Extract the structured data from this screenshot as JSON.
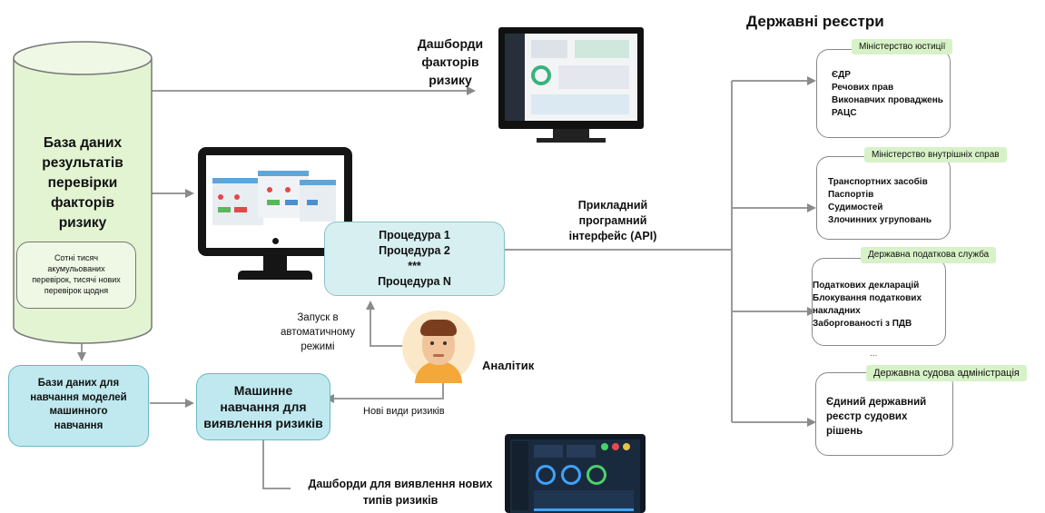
{
  "left": {
    "db_title": "База даних\nрезультатів\nперевірки\nфакторів\nризику",
    "db_note": "Сотні тисяч\nакумульованих\nперевірок, тисячі нових\nперевірок щодня",
    "ml_db": "Бази даних для\nнавчання моделей\nмашинного\nнавчання",
    "ml": "Машинне\nнавчання для\nвиявлення ризиків",
    "new_risks_dash": "Дашборди для виявлення нових\nтипів ризиків"
  },
  "center": {
    "dash_top": "Дашборди\nфакторів\nризику",
    "procedures": "Процедура 1\nПроцедура 2\n***\nПроцедура N",
    "launch": "Запуск в\nавтоматичному\nрежимі",
    "analyst": "Аналітик",
    "new_types": "Нові види ризиків",
    "api": "Прикладний\nпрограмний\nінтерфейс (API)"
  },
  "registries": {
    "title": "Державні реєстри",
    "ellipsis": "...",
    "items": [
      {
        "tag": "Міністерство юстиції",
        "text": "ЄДР\nРечових прав\nВиконавчих проваджень\nРАЦС"
      },
      {
        "tag": "Міністерство внутрішніх справ",
        "text": "Транспортних засобів\nПаспортів\nСудимостей\nЗлочинних угруповань"
      },
      {
        "tag": "Державна податкова\nслужба",
        "text": "Податкових декларацій\nБлокування податкових\nнакладних\nЗаборгованості з ПДВ"
      },
      {
        "tag": "Державна судова адміністрація",
        "text": "Єдиний державний\nреєстр судових\nрішень"
      }
    ]
  },
  "colors": {
    "db_fill": "#e3f4d2",
    "ml_fill": "#bfe9ef",
    "proc_fill": "#d7eff0",
    "tag_fill": "#d7f2c7",
    "wire": "#9a9a9a"
  }
}
